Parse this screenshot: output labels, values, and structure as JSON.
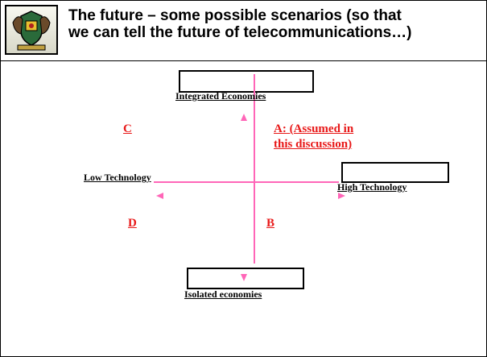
{
  "title": {
    "line1": "The future – some possible scenarios (so that",
    "line2": "we can tell the future of telecommunications…)"
  },
  "diagram": {
    "top_label": "Integrated Economies",
    "bottom_label": "Isolated economies",
    "left_label": "Low Technology",
    "right_label": "High Technology",
    "scenario_a_line1": "A: (Assumed in",
    "scenario_a_line2": "this discussion)",
    "scenario_b": "B",
    "scenario_c": "C",
    "scenario_d": "D"
  },
  "colors": {
    "axis": "#ff66b8",
    "scenario_text": "#e81818"
  },
  "icons": [
    "crest-logo-icon",
    "arrow-up-icon",
    "arrow-down-icon",
    "arrow-left-icon",
    "arrow-right-icon"
  ]
}
